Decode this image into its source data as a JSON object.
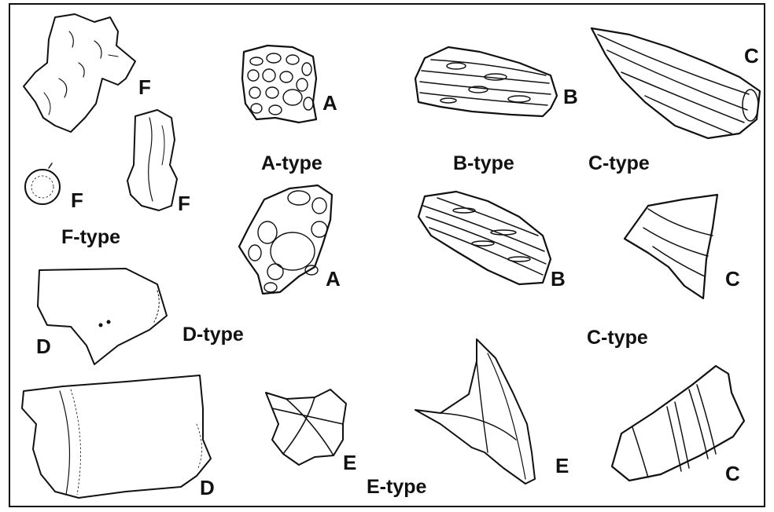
{
  "figure": {
    "type_labels": {
      "a": "A-type",
      "b": "B-type",
      "c_top": "C-type",
      "c_mid": "C-type",
      "d": "D-type",
      "e": "E-type",
      "f": "F-type"
    },
    "shard_labels": {
      "f1": "F",
      "f2": "F",
      "f3": "F",
      "a1": "A",
      "a2": "A",
      "b1": "B",
      "b2": "B",
      "c1": "C",
      "c2": "C",
      "c3": "C",
      "d1": "D",
      "d2": "D",
      "e1": "E",
      "e2": "E"
    }
  }
}
